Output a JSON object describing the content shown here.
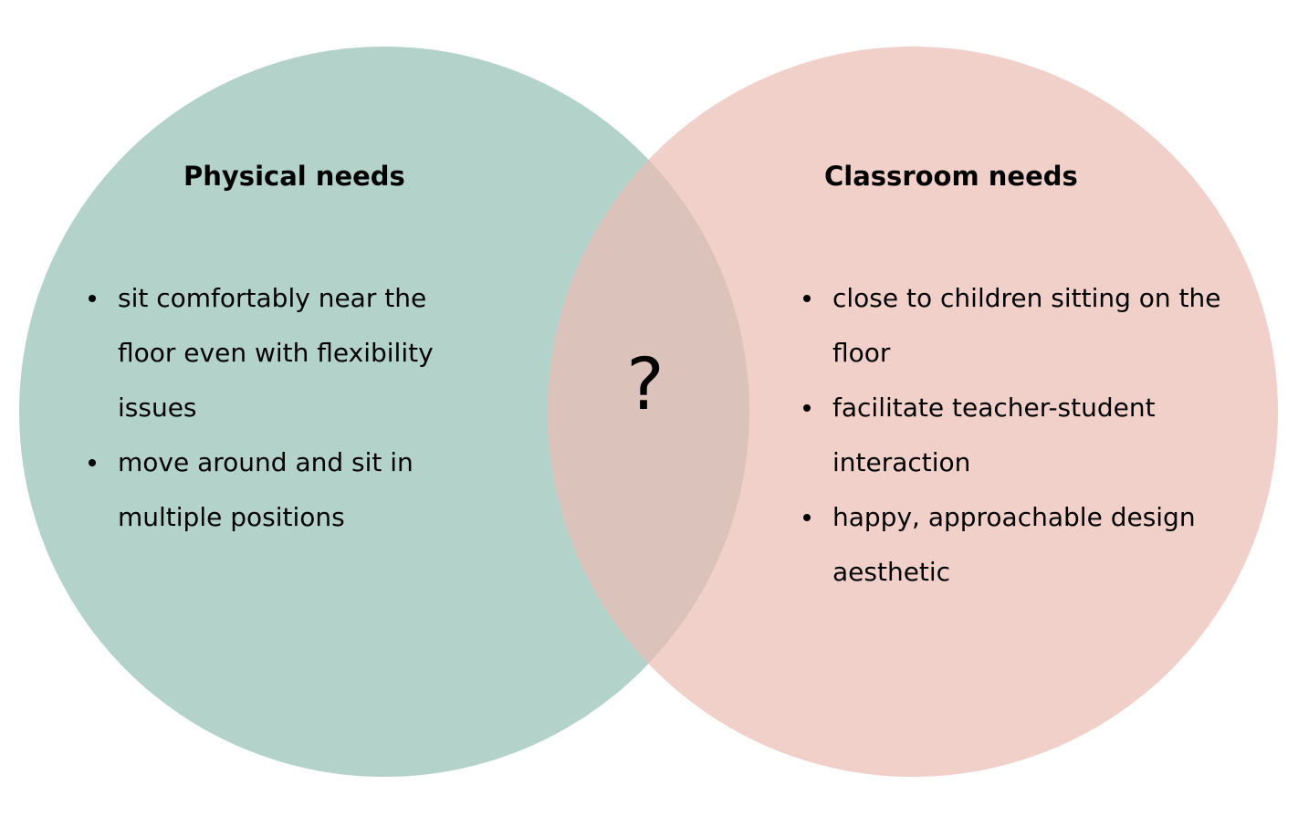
{
  "sets": {
    "left": {
      "title": "Physical needs",
      "color": "#b3d3ca",
      "items": [
        "sit comfortably near the floor even with flexibility issues",
        "move around and sit in multiple positions"
      ]
    },
    "right": {
      "title": "Classroom needs",
      "color": "#f1d0ca",
      "items": [
        "close to children sitting on the floor",
        "facilitate teacher-student interaction",
        "happy, approachable design aesthetic"
      ]
    }
  },
  "overlap": {
    "label": "?",
    "color": "#dbc3bb"
  }
}
